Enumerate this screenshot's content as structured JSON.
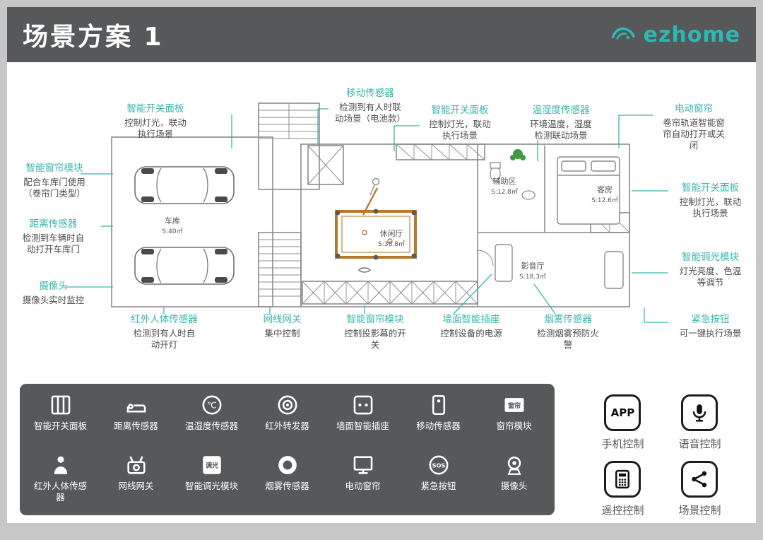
{
  "header": {
    "title": "场景方案 1",
    "brand": "ezhome"
  },
  "colors": {
    "accent": "#3ab5ae",
    "header_bg": "#57585a",
    "panel_bg": "#57585a",
    "pool_table": "#b5782d"
  },
  "floorplan": {
    "rooms": [
      {
        "name": "车库",
        "area": "S:40㎡"
      },
      {
        "name": "休闲厅",
        "area": "S:36.8㎡"
      },
      {
        "name": "辅助区",
        "area": "S:12.8㎡"
      },
      {
        "name": "客房",
        "area": "S:12.6㎡"
      },
      {
        "name": "影音厅",
        "area": "S:18.3㎡"
      }
    ]
  },
  "callouts": [
    {
      "title": "智能开关面板",
      "desc": "控制灯光，联动\n执行场景"
    },
    {
      "title": "智能窗帘模块",
      "desc": "配合车库门使用\n（卷帘门类型）"
    },
    {
      "title": "距离传感器",
      "desc": "检测到车辆时自\n动打开车库门"
    },
    {
      "title": "摄像头",
      "desc": "摄像头实时监控"
    },
    {
      "title": "移动传感器",
      "desc": "检测到有人时联\n动场景（电池款）"
    },
    {
      "title": "智能开关面板",
      "desc": "控制灯光，联动\n执行场景"
    },
    {
      "title": "温湿度传感器",
      "desc": "环境温度，湿度\n检测联动场景"
    },
    {
      "title": "电动窗帘",
      "desc": "卷帘轨道智能窗\n帘自动打开或关\n闭"
    },
    {
      "title": "智能开关面板",
      "desc": "控制灯光，联动\n执行场景"
    },
    {
      "title": "智能调光模块",
      "desc": "灯光亮度、色温\n等调节"
    },
    {
      "title": "紧急按钮",
      "desc": "可一键执行场景"
    },
    {
      "title": "红外人体传感器",
      "desc": "检测到有人时自\n动开灯"
    },
    {
      "title": "网线网关",
      "desc": "集中控制"
    },
    {
      "title": "智能窗帘模块",
      "desc": "控制投影幕的开\n关"
    },
    {
      "title": "墙面智能插座",
      "desc": "控制设备的电源"
    },
    {
      "title": "烟雾传感器",
      "desc": "检测烟雾预防火\n警"
    }
  ],
  "legend": {
    "row1": [
      {
        "label": "智能开关面板",
        "icon": "switch-panel-icon"
      },
      {
        "label": "距离传感器",
        "icon": "distance-sensor-icon"
      },
      {
        "label": "温湿度传感器",
        "icon": "temp-humidity-sensor-icon"
      },
      {
        "label": "红外转发器",
        "icon": "ir-transmitter-icon"
      },
      {
        "label": "墙面智能插座",
        "icon": "wall-socket-icon"
      },
      {
        "label": "移动传感器",
        "icon": "motion-sensor-icon"
      },
      {
        "label": "窗帘模块",
        "icon": "curtain-module-icon"
      }
    ],
    "row2": [
      {
        "label": "红外人体传感器",
        "icon": "ir-body-sensor-icon"
      },
      {
        "label": "网线网关",
        "icon": "gateway-icon"
      },
      {
        "label": "智能调光模块",
        "icon": "dimmer-module-icon"
      },
      {
        "label": "烟雾传感器",
        "icon": "smoke-sensor-icon"
      },
      {
        "label": "电动窗帘",
        "icon": "electric-curtain-icon"
      },
      {
        "label": "紧急按钮",
        "icon": "emergency-button-icon"
      },
      {
        "label": "摄像头",
        "icon": "camera-icon"
      }
    ]
  },
  "controls": [
    {
      "label": "手机控制",
      "icon": "app-icon"
    },
    {
      "label": "语音控制",
      "icon": "mic-icon"
    },
    {
      "label": "遥控控制",
      "icon": "remote-icon"
    },
    {
      "label": "场景控制",
      "icon": "share-icon"
    }
  ],
  "icon_texts": {
    "app": "APP",
    "curtain": "窗帘",
    "dimmer": "调光",
    "sos": "SOS",
    "temp": "℃"
  }
}
